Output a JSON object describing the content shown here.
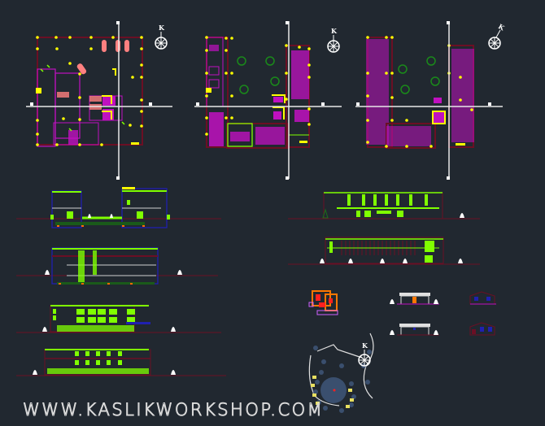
{
  "sheet": {
    "background": "#212830",
    "watermark": "WWW.KASLIKWORKSHOP.COM",
    "north_label": "K"
  },
  "floor_plans": [
    {
      "name": "ground-floor-plan",
      "north_label": "K"
    },
    {
      "name": "first-floor-plan",
      "north_label": "K"
    },
    {
      "name": "second-floor-plan",
      "north_label": "K"
    }
  ],
  "elevations_left": [
    "section-a",
    "section-b",
    "elevation-south",
    "elevation-north"
  ],
  "elevations_right": [
    "elevation-east",
    "elevation-west"
  ],
  "small_drawings": [
    "guardhouse-plan",
    "guardhouse-front",
    "guardhouse-side",
    "guardhouse-back",
    "guardhouse-side-2"
  ],
  "site_plan": {
    "north_label": "K"
  },
  "colors": {
    "wall": "#6b0f24",
    "magenta": "#c010c0",
    "yellow": "#ffff00",
    "green": "#80ff00",
    "blue": "#2020b0",
    "white": "#ffffff",
    "tree": "#1a6e1a",
    "pink": "#ff8080"
  }
}
